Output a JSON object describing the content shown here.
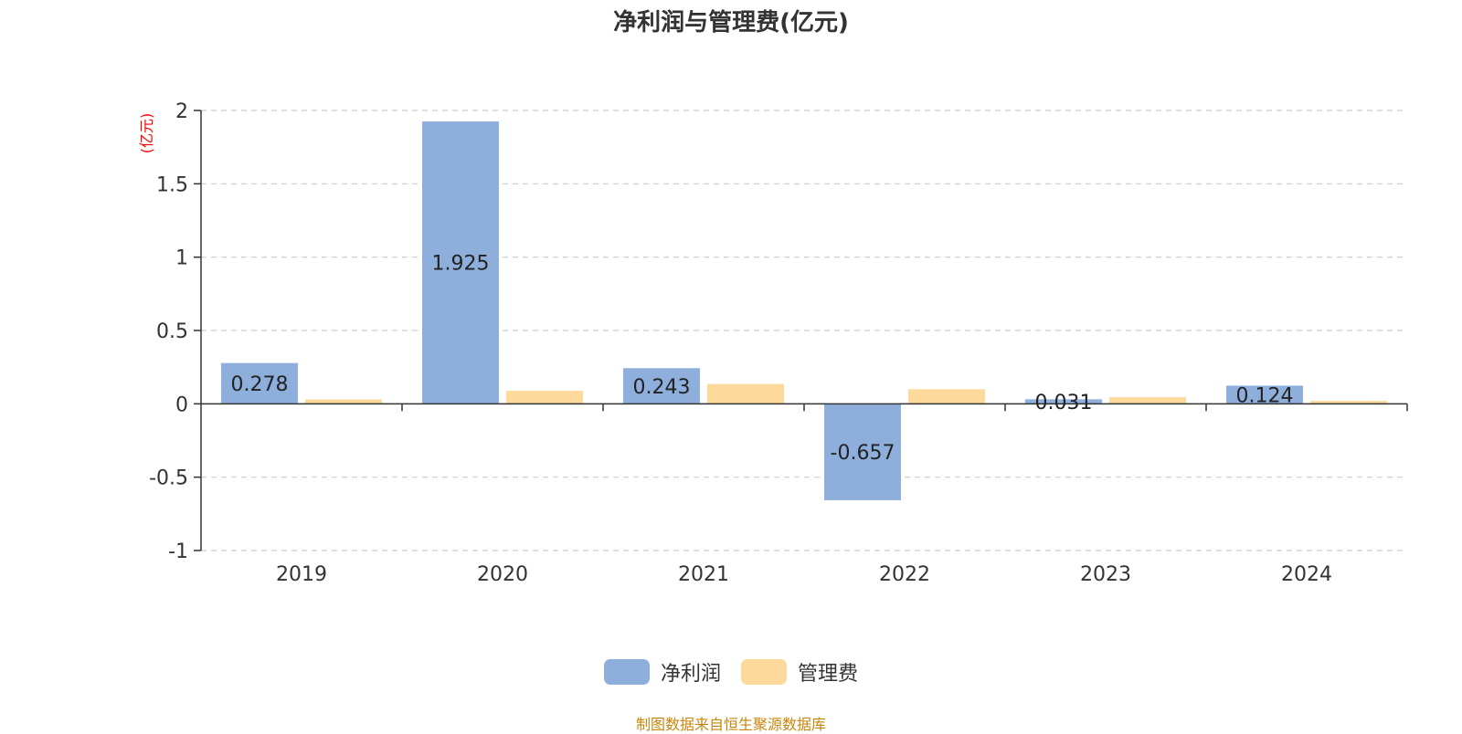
{
  "title": "净利润与管理费(亿元)",
  "source_text": "制图数据来自恒生聚源数据库",
  "colors": {
    "net_profit": "#8eafdc",
    "admin_fee": "#fdd99b",
    "axis": "#333333",
    "grid": "#cccccc",
    "unit": "#ff0000"
  },
  "legend": [
    {
      "label": "净利润",
      "color_key": "net_profit"
    },
    {
      "label": "管理费",
      "color_key": "admin_fee"
    }
  ],
  "chart_data": {
    "type": "bar",
    "title": "净利润与管理费(亿元)",
    "ylabel": "(亿元)",
    "xlabel": "",
    "categories": [
      "2019",
      "2020",
      "2021",
      "2022",
      "2023",
      "2024"
    ],
    "ylim": [
      -1,
      2
    ],
    "yticks": [
      2,
      1.5,
      1,
      0.5,
      0,
      -0.5,
      -1
    ],
    "ytick_labels": [
      "2",
      "1.5",
      "1",
      "0.5",
      "0",
      "-0.5",
      "-1"
    ],
    "grid": true,
    "legend_position": "bottom",
    "series": [
      {
        "name": "净利润",
        "values": [
          0.278,
          1.925,
          0.243,
          -0.657,
          0.031,
          0.124
        ],
        "data_labels": [
          "0.278",
          "1.925",
          "0.243",
          "-0.657",
          "0.031",
          "0.124"
        ]
      },
      {
        "name": "管理费",
        "values": [
          0.03,
          0.09,
          0.135,
          0.1,
          0.045,
          0.02
        ]
      }
    ]
  }
}
